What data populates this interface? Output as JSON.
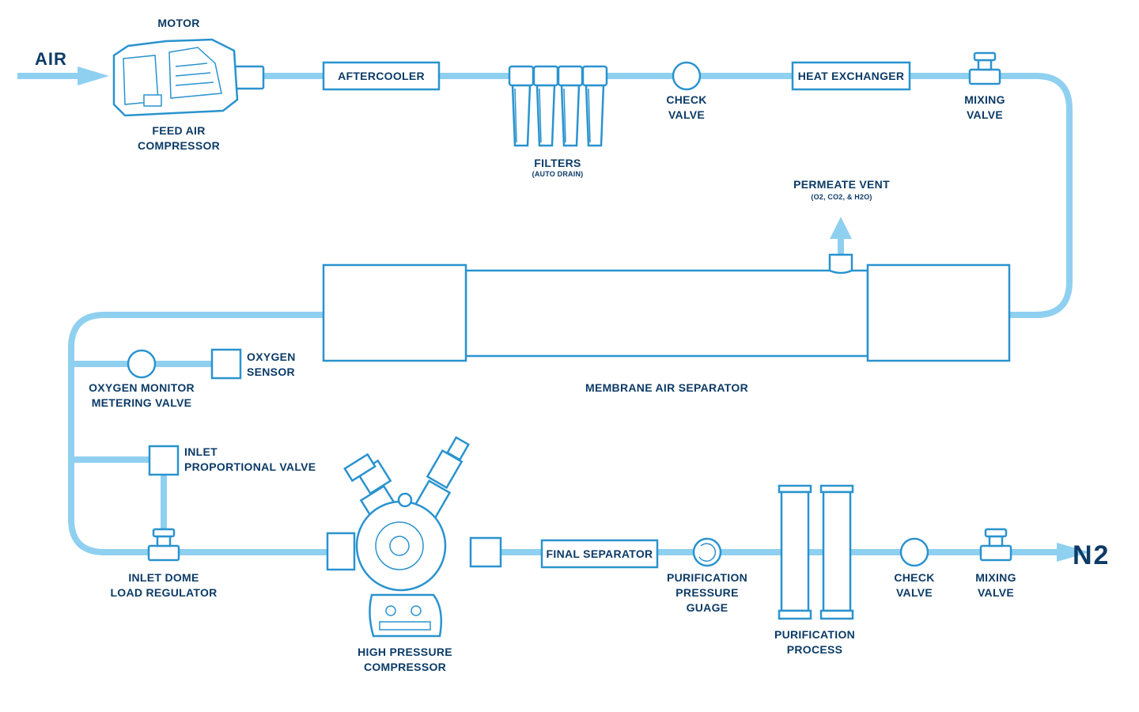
{
  "labels": {
    "air": "AIR",
    "n2": "N2",
    "motor": "MOTOR",
    "feed_air_compressor": [
      "FEED AIR",
      "COMPRESSOR"
    ],
    "aftercooler": "AFTERCOOLER",
    "filters": "FILTERS",
    "filters_note": "(AUTO DRAIN)",
    "check_valve_top": [
      "CHECK",
      "VALVE"
    ],
    "heat_exchanger": "HEAT EXCHANGER",
    "mixing_valve_top": [
      "MIXING",
      "VALVE"
    ],
    "permeate_vent": "PERMEATE VENT",
    "permeate_vent_note": "(O2, CO2, & H2O)",
    "membrane_air_separator": "MEMBRANE AIR SEPARATOR",
    "oxygen_sensor": [
      "OXYGEN",
      "SENSOR"
    ],
    "oxygen_monitor_metering_valve": [
      "OXYGEN MONITOR",
      "METERING VALVE"
    ],
    "inlet_proportional_valve": [
      "INLET",
      "PROPORTIONAL VALVE"
    ],
    "inlet_dome_load_regulator": [
      "INLET DOME",
      "LOAD REGULATOR"
    ],
    "high_pressure_compressor": [
      "HIGH PRESSURE",
      "COMPRESSOR"
    ],
    "final_separator": "FINAL SEPARATOR",
    "purification_pressure_gauge": [
      "PURIFICATION",
      "PRESSURE",
      "GUAGE"
    ],
    "purification_process": [
      "PURIFICATION",
      "PROCESS"
    ],
    "check_valve_bottom": [
      "CHECK",
      "VALVE"
    ],
    "mixing_valve_bottom": [
      "MIXING",
      "VALVE"
    ]
  },
  "colors": {
    "pipe": "#8fd0f0",
    "outline": "#2a93cf",
    "text": "#0c3b66",
    "background": "#ffffff"
  }
}
